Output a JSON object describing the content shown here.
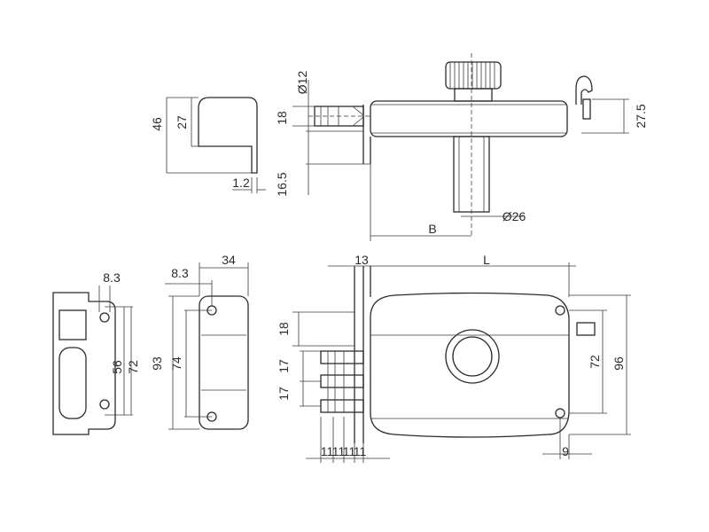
{
  "labels": {
    "d46": "46",
    "d27": "27",
    "d1_2": "1.2",
    "phi12": "Ø12",
    "d18_top": "18",
    "d16_5": "16.5",
    "phi26": "Ø26",
    "B": "B",
    "d27_5": "27.5",
    "d8_3a": "8.3",
    "d8_3b": "8.3",
    "d34": "34",
    "d56": "56",
    "d72a": "72",
    "d93": "93",
    "d74": "74",
    "d13": "13",
    "L": "L",
    "d18_front": "18",
    "d17a": "17",
    "d17b": "17",
    "d11a": "11",
    "d11b": "11",
    "d11c": "11",
    "d11d": "11",
    "d72b": "72",
    "d96": "96",
    "d9": "9"
  },
  "views": [
    "strike-top-view",
    "lock-top-view",
    "strike-plate-front",
    "keeper-front",
    "lock-front-view"
  ]
}
